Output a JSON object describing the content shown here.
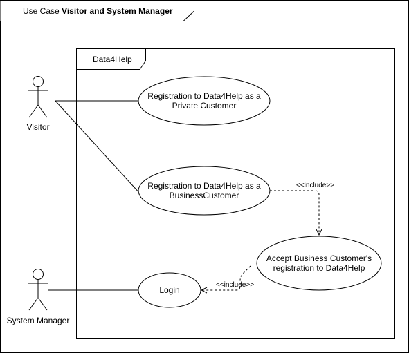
{
  "frame": {
    "title_prefix": "Use Case ",
    "title_bold": "Visitor and System Manager"
  },
  "system": {
    "name": "Data4Help"
  },
  "actors": {
    "visitor": "Visitor",
    "system_manager": "System Manager"
  },
  "use_cases": {
    "private": [
      "Registration to Data4Help as a",
      "Private Customer"
    ],
    "business": [
      "Registration to Data4Help as a",
      "BusinessCustomer"
    ],
    "accept": [
      "Accept Business Customer's",
      "registration to Data4Help"
    ],
    "login": [
      "Login"
    ]
  },
  "relations": {
    "include_business_accept": "<<include>>",
    "include_accept_login": "<<include>>"
  }
}
